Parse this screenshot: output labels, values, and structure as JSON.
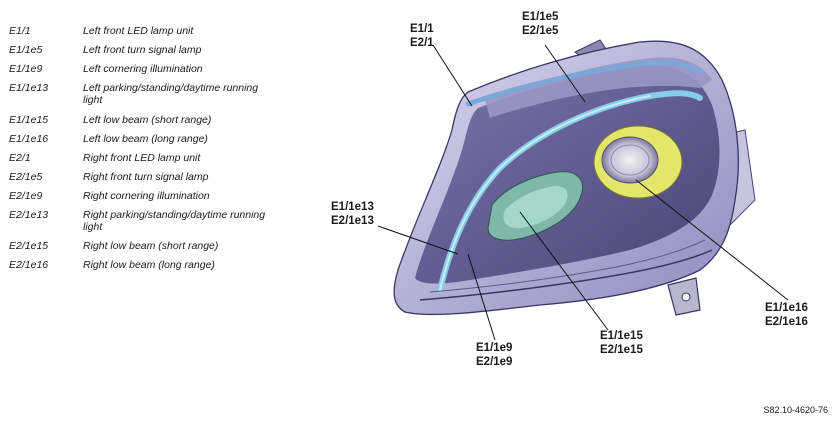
{
  "legend": [
    {
      "code": "E1/1",
      "desc": "Left front LED lamp unit"
    },
    {
      "code": "E1/1e5",
      "desc": "Left front turn signal lamp"
    },
    {
      "code": "E1/1e9",
      "desc": "Left cornering illumination"
    },
    {
      "code": "E1/1e13",
      "desc": "Left parking/standing/daytime running light"
    },
    {
      "code": "E1/1e15",
      "desc": "Left low beam (short range)"
    },
    {
      "code": "E1/1e16",
      "desc": "Left low beam (long range)"
    },
    {
      "code": "E2/1",
      "desc": "Right front LED lamp unit"
    },
    {
      "code": "E2/1e5",
      "desc": "Right front turn signal lamp"
    },
    {
      "code": "E2/1e9",
      "desc": "Right cornering illumination"
    },
    {
      "code": "E2/1e13",
      "desc": "Right parking/standing/daytime running light"
    },
    {
      "code": "E2/1e15",
      "desc": "Right low beam (short range)"
    },
    {
      "code": "E2/1e16",
      "desc": "Right low beam (long range)"
    }
  ],
  "callouts": {
    "c1": [
      "E1/1",
      "E2/1"
    ],
    "c2": [
      "E1/1e5",
      "E2/1e5"
    ],
    "c3": [
      "E1/1e13",
      "E2/1e13"
    ],
    "c4": [
      "E1/1e9",
      "E2/1e9"
    ],
    "c5": [
      "E1/1e15",
      "E2/1e15"
    ],
    "c6": [
      "E1/1e16",
      "E2/1e16"
    ]
  },
  "reference": "S82.10-4620-76",
  "colors": {
    "housing": "#b9b6d8",
    "housing_dark": "#4a4578",
    "drl_strip": "#7fc6e6",
    "high_beam_module": "#e4e86a",
    "low_beam_module": "#8fc9b8"
  }
}
